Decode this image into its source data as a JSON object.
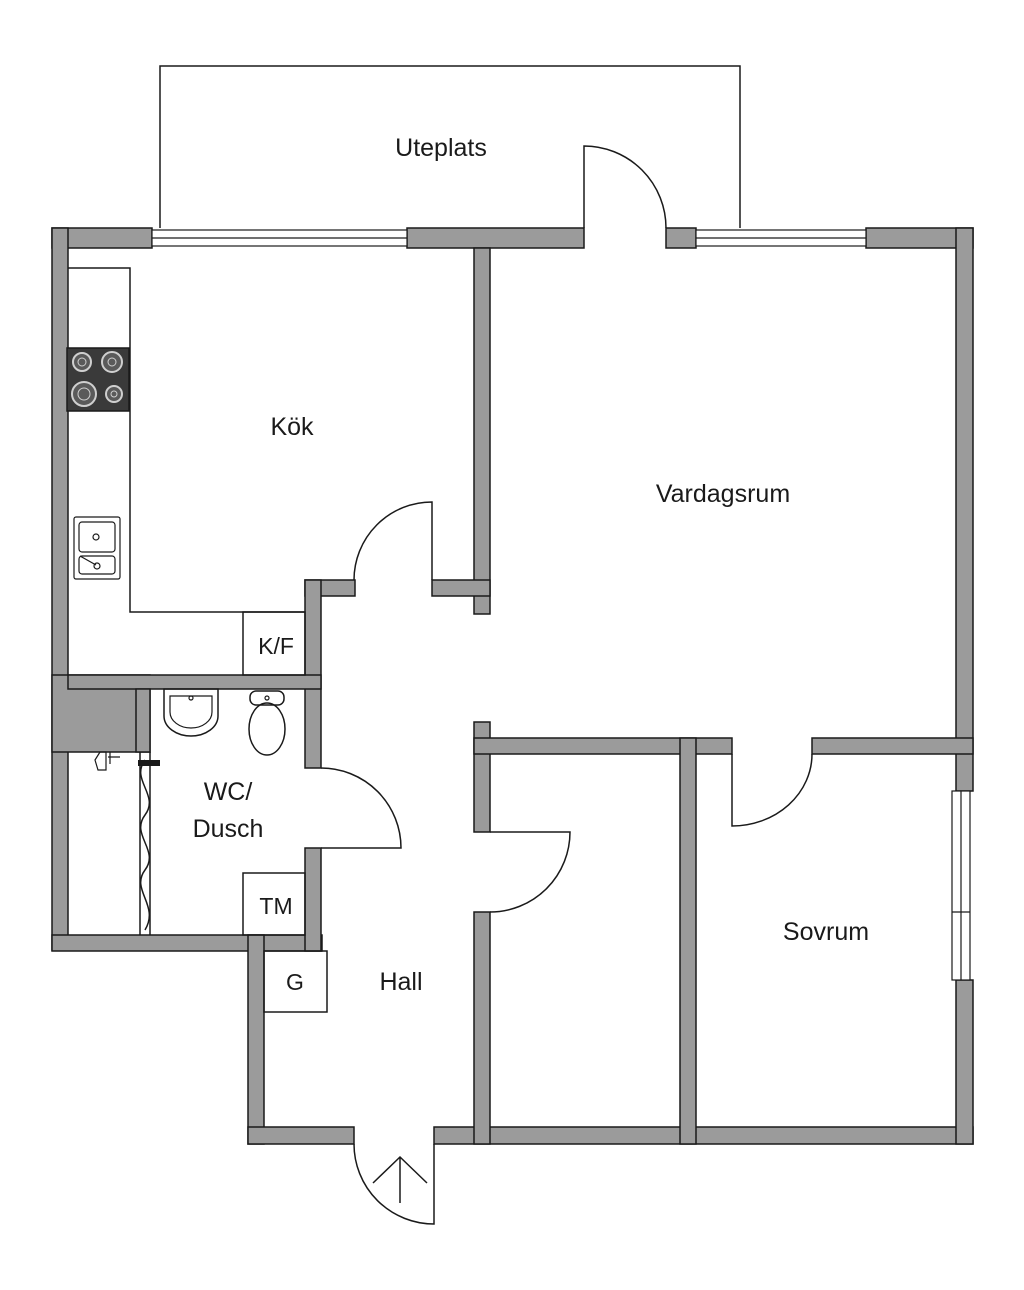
{
  "rooms": {
    "uteplats": "Uteplats",
    "kok": "Kök",
    "vardagsrum": "Vardagsrum",
    "kf": "K/F",
    "wc_line1": "WC/",
    "wc_line2": "Dusch",
    "tm": "TM",
    "g": "G",
    "hall": "Hall",
    "sovrum": "Sovrum"
  },
  "colors": {
    "wall": "#9b9b9b",
    "line": "#1a1a1a",
    "background": "#ffffff",
    "stove": "#3a3a3a"
  }
}
